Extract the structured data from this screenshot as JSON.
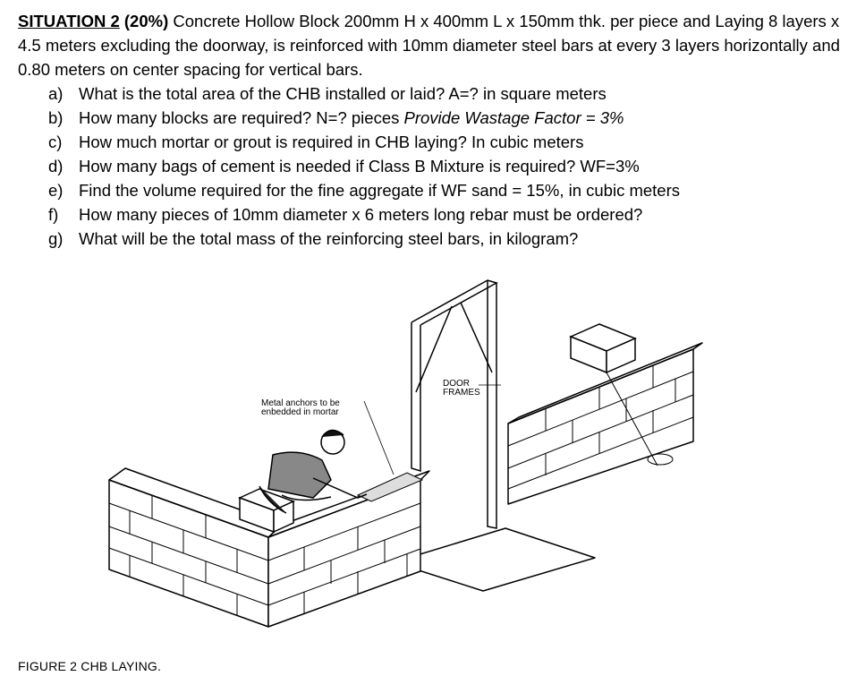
{
  "situation": {
    "label": "SITUATION 2",
    "weight": "(20%)",
    "text": " Concrete Hollow Block 200mm H x 400mm L x 150mm thk. per piece and Laying 8 layers x 4.5 meters excluding the doorway, is reinforced with 10mm diameter steel bars at every 3 layers horizontally and 0.80 meters on center spacing for vertical bars."
  },
  "questions": [
    {
      "mark": "a)",
      "text": "What is the total area of the CHB installed or laid? A=? in square meters",
      "italic": ""
    },
    {
      "mark": "b)",
      "text": "How many blocks are required? N=? pieces ",
      "italic": "Provide Wastage Factor = 3%"
    },
    {
      "mark": "c)",
      "text": "How much mortar or grout is required in CHB laying? In cubic meters",
      "italic": ""
    },
    {
      "mark": "d)",
      "text": "How many bags of cement is needed if Class B Mixture is required? WF=3%",
      "italic": ""
    },
    {
      "mark": "e)",
      "text": "Find the volume required for the fine aggregate if WF sand = 15%, in cubic meters",
      "italic": ""
    },
    {
      "mark": "f)",
      "text": "How many pieces of 10mm diameter x 6 meters long rebar must be ordered?",
      "italic": ""
    },
    {
      "mark": "g)",
      "text": "What will be the total mass of the reinforcing steel bars, in kilogram?",
      "italic": ""
    }
  ],
  "figure": {
    "label_anchors_line1": "Metal anchors to be",
    "label_anchors_line2": "enbedded in mortar",
    "label_door_line1": "DOOR",
    "label_door_line2": "FRAMES",
    "caption": "FIGURE 2 CHB LAYING."
  }
}
